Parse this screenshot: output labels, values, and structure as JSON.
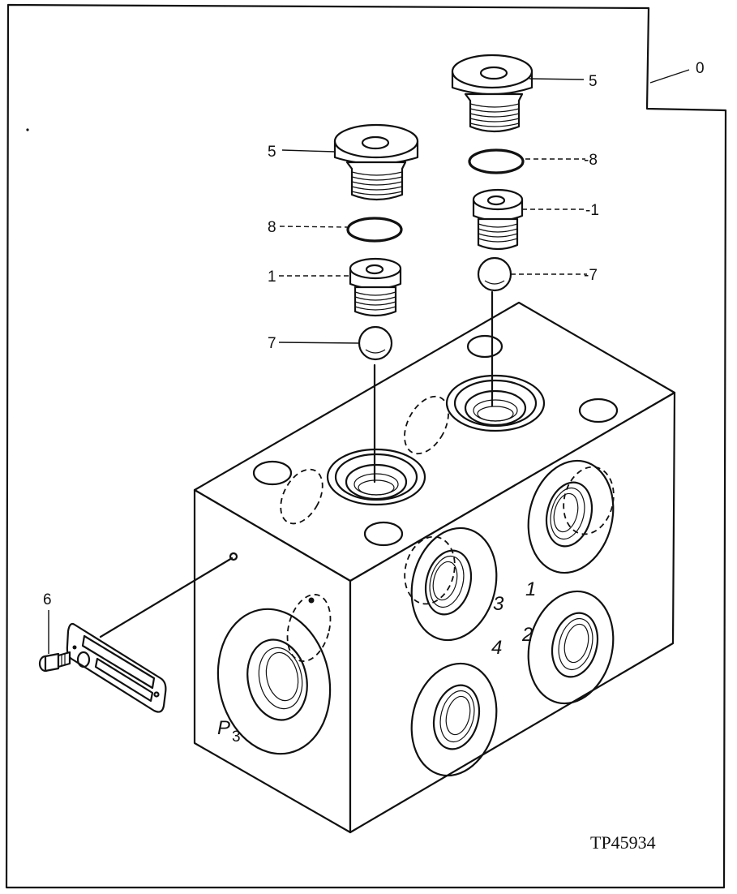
{
  "callouts": {
    "assembly": "0",
    "plug_large_left": "5",
    "plug_large_right": "5",
    "oring_left": "8",
    "oring_right": "-8",
    "plug_small_left": "1",
    "plug_small_right": "-1",
    "ball_left": "7",
    "ball_right": "-7",
    "screw": "6"
  },
  "port_labels": {
    "p3_main": "P",
    "p3_sub": "3",
    "port_1": "1",
    "port_2": "2",
    "port_3": "3",
    "port_4": "4"
  },
  "drawing_code": "TP45934"
}
